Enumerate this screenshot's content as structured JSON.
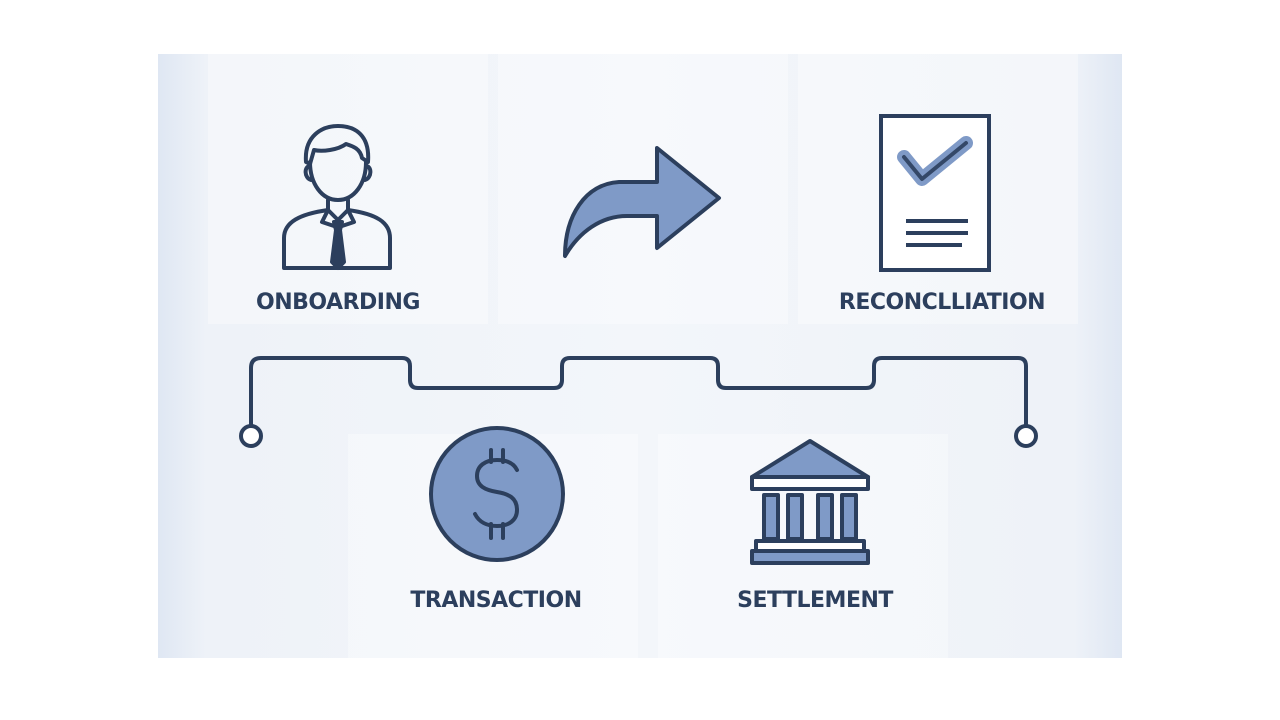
{
  "diagram": {
    "steps": [
      {
        "id": "onboarding",
        "label": "ONBOARDING",
        "icon": "person-tie-icon"
      },
      {
        "id": "transaction",
        "label": "TRANSACTION",
        "icon": "dollar-coin-icon"
      },
      {
        "id": "settlement",
        "label": "SETTLEMENT",
        "icon": "bank-building-icon"
      },
      {
        "id": "reconciliation",
        "label": "RECONCLLIATION",
        "icon": "checked-document-icon"
      }
    ],
    "connector_icon": "curved-arrow-right-icon",
    "colors": {
      "stroke": "#2c3f5d",
      "fill_accent": "#7f9ac7",
      "background": "#f3f6fa"
    }
  }
}
